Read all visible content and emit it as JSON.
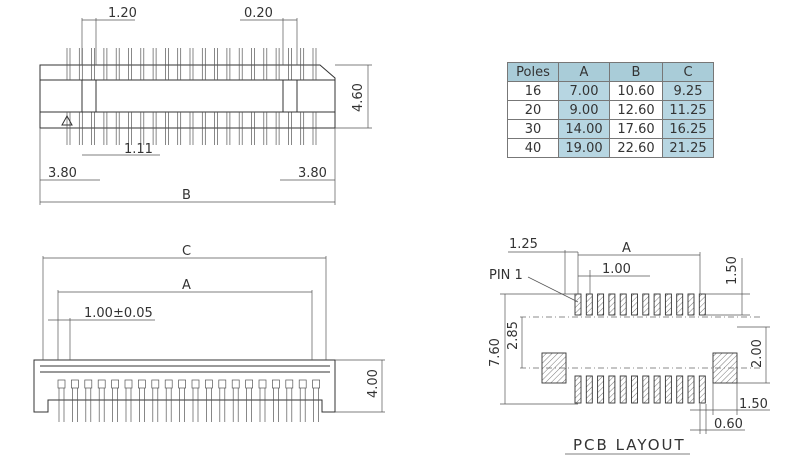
{
  "top_view": {
    "dim_pitch": "1.20",
    "dim_gap": "0.20",
    "dim_height": "4.60",
    "dim_row_offset": "1.11",
    "dim_left_margin": "3.80",
    "dim_right_margin": "3.80",
    "dim_total": "B"
  },
  "front_view": {
    "dim_c": "C",
    "dim_a": "A",
    "dim_pitch": "1.00±0.05",
    "dim_height": "4.00"
  },
  "pcb": {
    "dim_a": "A",
    "dim_1_25": "1.25",
    "dim_pitch": "1.00",
    "dim_1_50_top": "1.50",
    "pin_label": "PIN 1",
    "dim_2_85": "2.85",
    "dim_7_60": "7.60",
    "dim_2_00": "2.00",
    "dim_1_50_bottom": "1.50",
    "dim_0_60": "0.60",
    "caption": "PCB LAYOUT"
  },
  "poles_table": {
    "headers": [
      "Poles",
      "A",
      "B",
      "C"
    ],
    "rows": [
      [
        "16",
        "7.00",
        "10.60",
        "9.25"
      ],
      [
        "20",
        "9.00",
        "12.60",
        "11.25"
      ],
      [
        "30",
        "14.00",
        "17.60",
        "16.25"
      ],
      [
        "40",
        "19.00",
        "22.60",
        "21.25"
      ]
    ],
    "header_color": "#a9ccd8",
    "shade_color": "#b7d6e2"
  }
}
